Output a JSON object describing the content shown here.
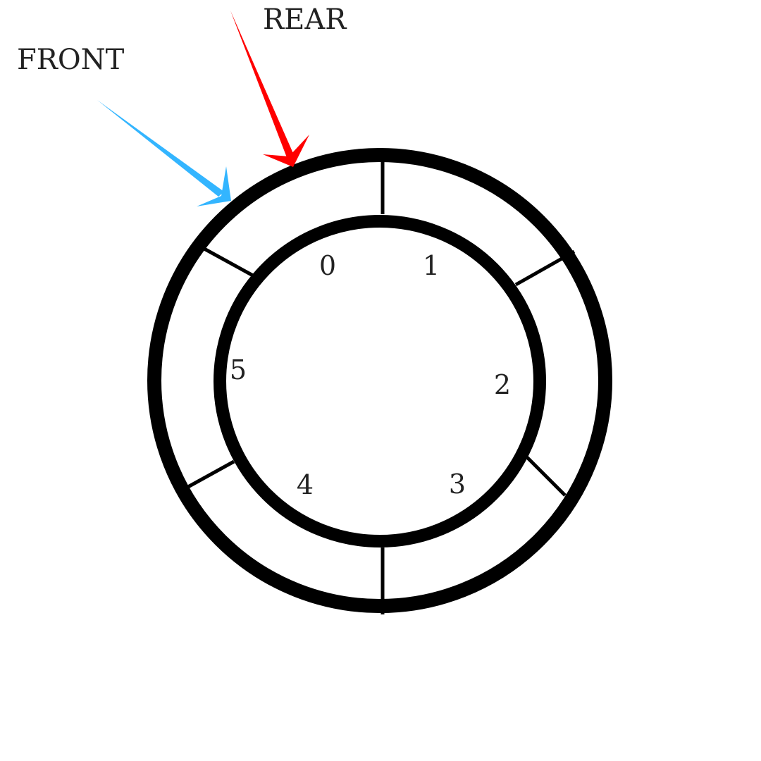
{
  "pointers": {
    "front": {
      "label": "FRONT",
      "color": "#33b5ff"
    },
    "rear": {
      "label": "REAR",
      "color": "#ff0000"
    }
  },
  "queue": {
    "slots": [
      "0",
      "1",
      "2",
      "3",
      "4",
      "5"
    ]
  }
}
